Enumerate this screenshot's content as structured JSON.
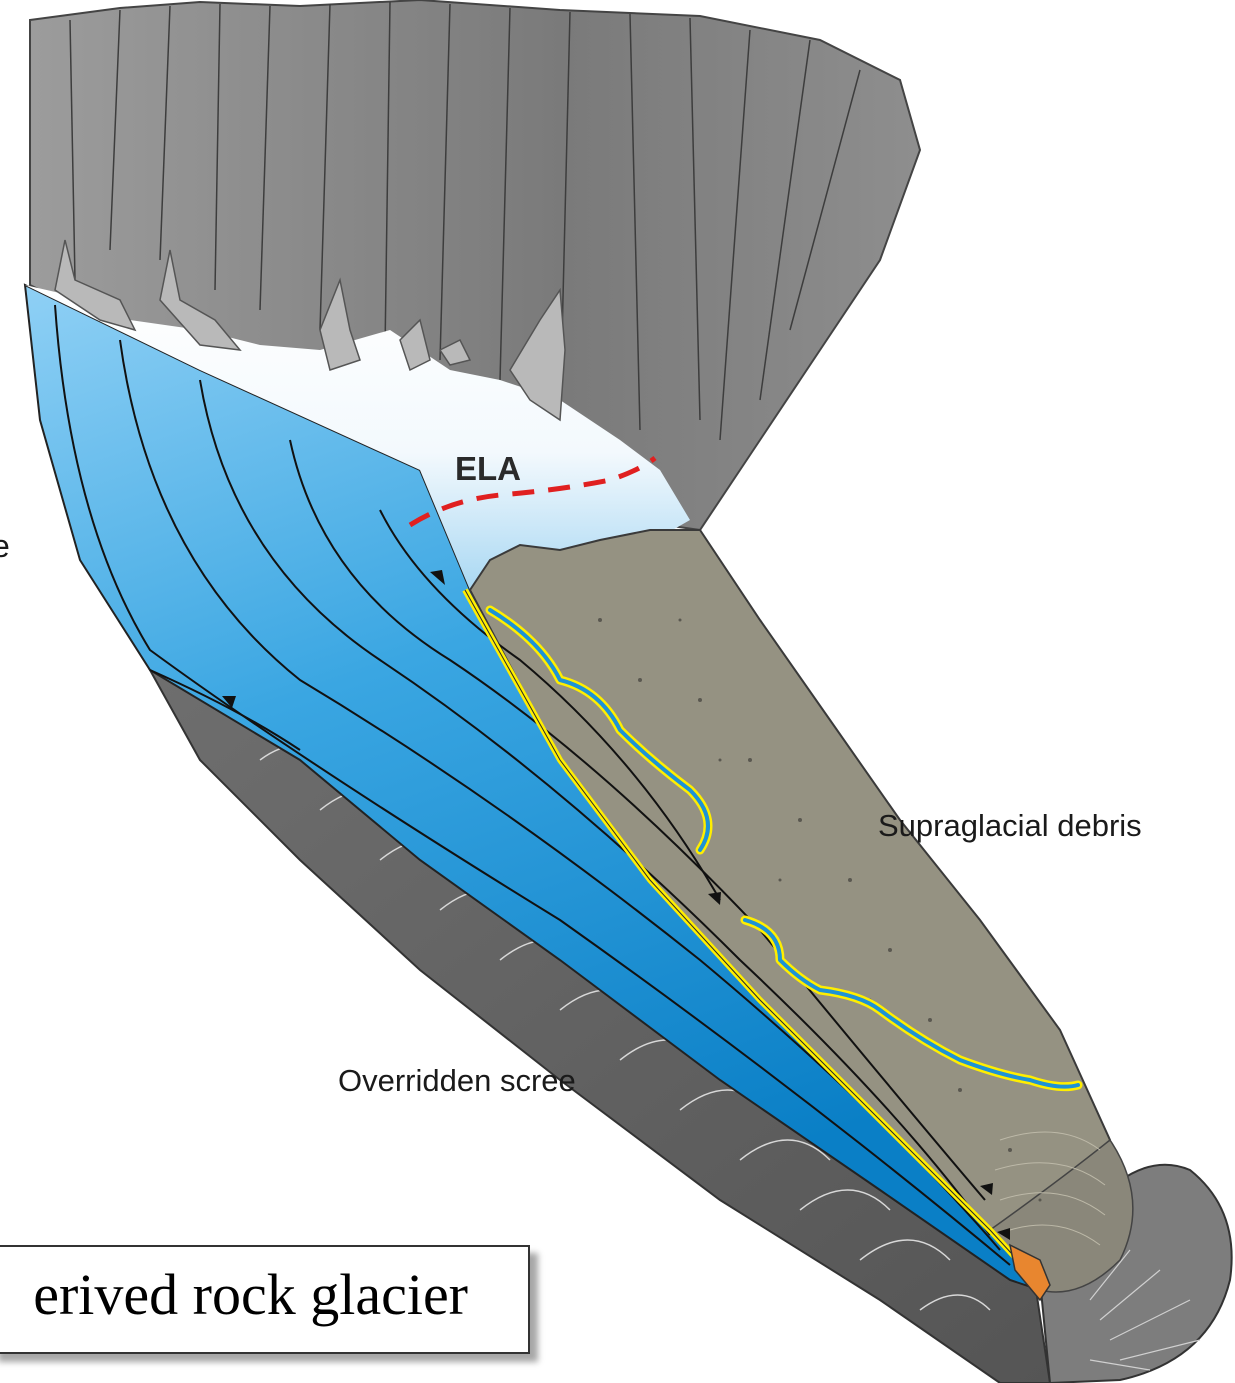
{
  "labels": {
    "ela": "ELA",
    "cut_off": "e",
    "supraglacial": "Supraglacial debris",
    "overridden": "Overridden scree",
    "caption": "erived rock glacier"
  },
  "colors": {
    "rock_light": "#a6a6a6",
    "rock_dark": "#5a5a5a",
    "ice_light": "#ffffff",
    "ice_dark": "#0a84cc",
    "debris": "#959282",
    "shear_line": "#ffee00",
    "ela_line": "#e02020",
    "toe": "#e8862f"
  }
}
